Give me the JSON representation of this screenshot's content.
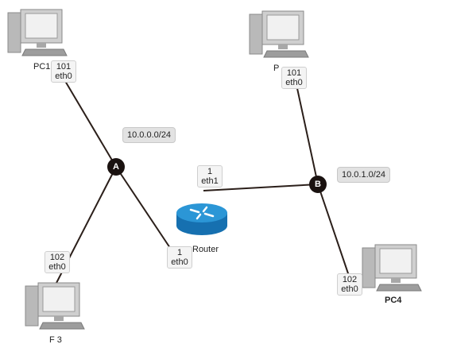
{
  "networks": [
    {
      "hub": "A",
      "subnet": "10.0.0.0/24"
    },
    {
      "hub": "B",
      "subnet": "10.0.1.0/24"
    }
  ],
  "router": {
    "name": "Router",
    "eth0": {
      "addr": "1",
      "iface": "eth0"
    },
    "eth1": {
      "addr": "1",
      "iface": "eth1"
    }
  },
  "hosts": {
    "pc1": {
      "name": "PC1",
      "addr": "101",
      "iface": "eth0"
    },
    "pc3": {
      "name": "F  3",
      "addr": "102",
      "iface": "eth0"
    },
    "pc2": {
      "name": "P",
      "addr": "101",
      "iface": "eth0"
    },
    "pc4": {
      "name": "PC4",
      "addr": "102",
      "iface": "eth0"
    }
  },
  "colors": {
    "link": "#2b1f1a",
    "hub": "#1a1210",
    "router": "#1e86c8",
    "label_bg": "#e2e2e2"
  },
  "icons": {
    "host": "desktop-computer-icon",
    "router": "router-icon"
  }
}
